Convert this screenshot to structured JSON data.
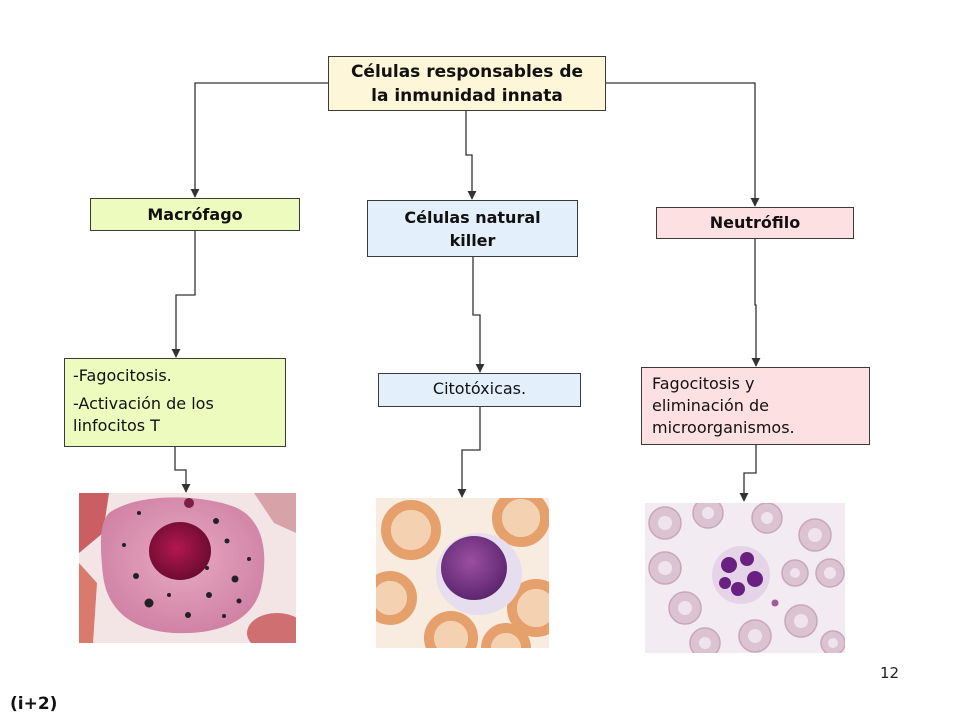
{
  "diagram": {
    "title_line1": "Células responsables de",
    "title_line2": "la inmunidad innata",
    "cells": [
      {
        "name": "Macrófago",
        "function_lines": [
          "-Fagocitosis.",
          "-Activación de los",
          "linfocitos T"
        ]
      },
      {
        "name_line1": "Células natural",
        "name_line2": "killer",
        "function_lines": [
          "Citotóxicas."
        ]
      },
      {
        "name": "Neutrófilo",
        "function_lines": [
          "Fagocitosis y",
          "eliminación de",
          "microorganismos."
        ]
      }
    ],
    "micrographs": [
      "macrophage-micrograph",
      "nk-cell-micrograph",
      "neutrophil-micrograph"
    ]
  },
  "page_number": "12",
  "footer_label": "(i+2)",
  "colors": {
    "title_bg": "#fdf6d8",
    "macrophage_bg": "#eefbbf",
    "nk_bg": "#e3f0fb",
    "neutrophil_bg": "#fde0e2",
    "connector": "#333333"
  }
}
